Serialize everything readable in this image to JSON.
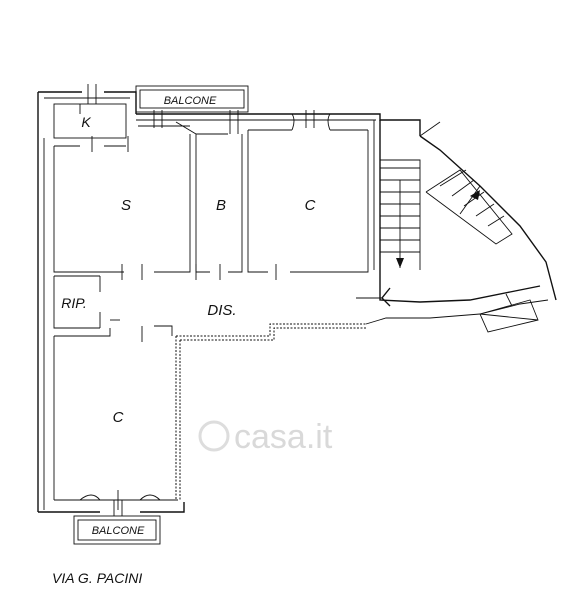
{
  "rooms": {
    "balcone_top": "BALCONE",
    "k": "K",
    "s": "S",
    "b": "B",
    "c_top": "C",
    "rip": "RIP.",
    "dis": "DIS.",
    "c_bottom": "C",
    "balcone_bottom": "BALCONE"
  },
  "street": "VIA G. PACINI",
  "watermark": "casa.it"
}
